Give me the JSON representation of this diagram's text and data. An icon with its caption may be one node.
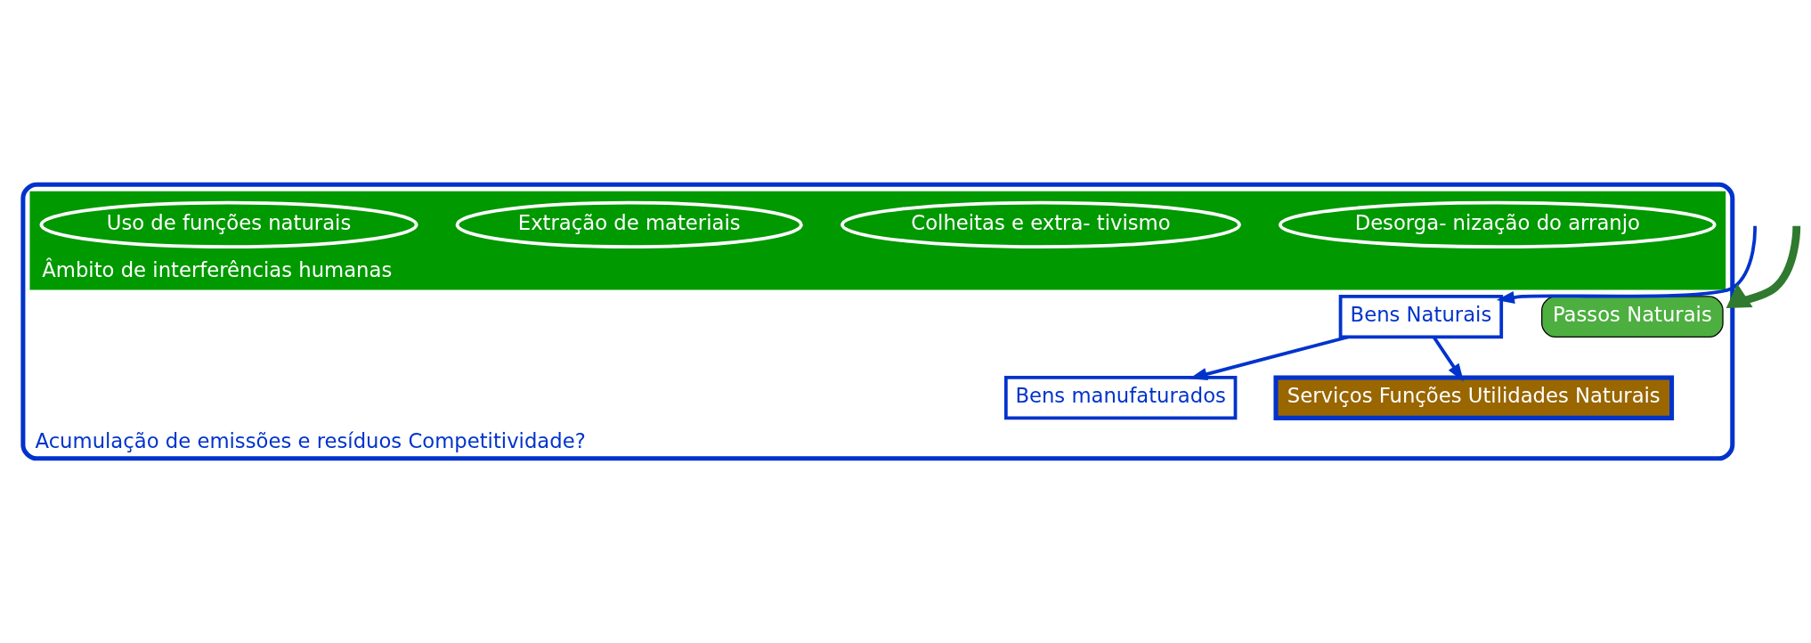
{
  "diagram": {
    "nodes": [
      {
        "text": [
          "Acumulação de emissões e resíduos Competitividade?"
        ]
      },
      {
        "text": [
          "Passos Naturais"
        ],
        "in": 0
      },
      {
        "text": [
          "Bens Naturais"
        ],
        "in": 0
      },
      {
        "text": [
          "Bens manufaturados"
        ],
        "in": 0
      },
      {
        "text": [
          "Serviços Funções Utilidades Naturais"
        ],
        "in": 0
      },
      {
        "text": [
          "Âmbito de interferências humanas"
        ],
        "in": 0
      },
      {
        "text": [
          "Desorga- nização do arranjo"
        ],
        "in": 5
      },
      {
        "text": [
          "Colheitas e extra- tivismo"
        ],
        "in": 5
      },
      {
        "text": [
          "Extração de materiais"
        ],
        "in": 5
      },
      {
        "text": [
          "Uso de funções naturais"
        ],
        "in": 5
      }
    ],
    "edges": [
      {
        "from": null,
        "to": 2,
        "arrow": "to"
      },
      {
        "from": 2,
        "to": 3,
        "arrow": "to"
      },
      {
        "from": 2,
        "to": 4,
        "arrow": "to"
      },
      {
        "from": null,
        "to": 0,
        "arrow": "to",
        "style": "thick",
        "color": "#2f7a2f"
      }
    ]
  }
}
